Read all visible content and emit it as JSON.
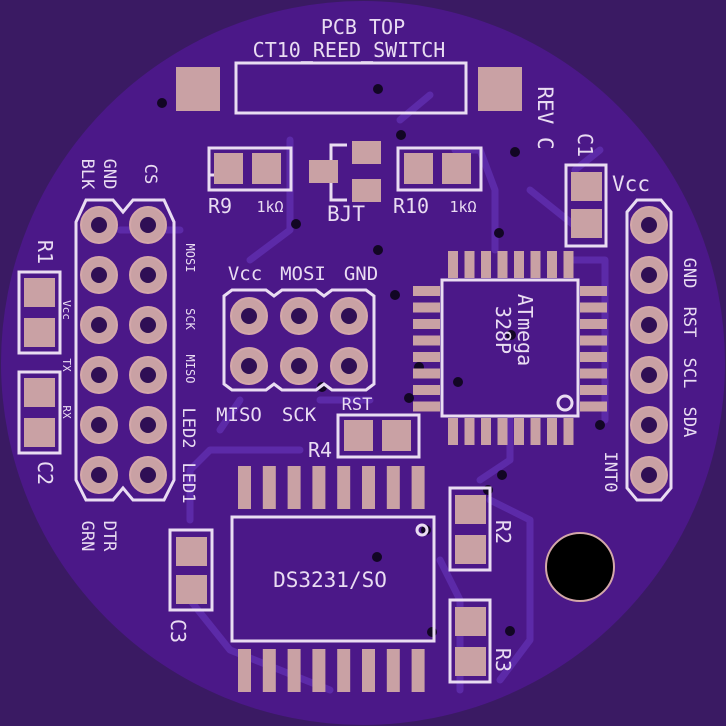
{
  "board": {
    "side_title": "PCB TOP",
    "revision": "REV C",
    "colors": {
      "board": "#4b1888",
      "substrate": "#3a1a63",
      "trace": "#5c2aa8",
      "silkscreen": "#e9dcf2",
      "pad": "#c9a1a4",
      "pad_ring": "#d4a8a9",
      "pad_hole": "#2f0f55",
      "via": "#120624",
      "mount_hole": "#000000"
    }
  },
  "components": {
    "reed_switch": "CT10_REED_SWITCH",
    "r9": "R9",
    "r9_value": "1kΩ",
    "bjt": "BJT",
    "r10": "R10",
    "r10_value": "1kΩ",
    "c1": "C1",
    "r1": "R1",
    "c2": "C2",
    "r4": "R4",
    "rst_pad": "RST",
    "mcu_line1": "ATmega",
    "mcu_line2": "328P",
    "rtc": "DS3231/SO",
    "r2": "R2",
    "r3": "R3",
    "c3": "C3"
  },
  "labels": {
    "left_header_top": [
      "GND",
      "BLK",
      "CS"
    ],
    "left_header_bottom": [
      "DTR",
      "GRN"
    ],
    "left_small": [
      "Vcc",
      "TX",
      "RX"
    ],
    "left_signals": [
      "MOSI",
      "SCK",
      "MISO",
      "LED2",
      "LED1"
    ],
    "isp_top": [
      "Vcc",
      "MOSI",
      "GND"
    ],
    "isp_bottom": [
      "MISO",
      "SCK"
    ],
    "right_header": [
      "Vcc",
      "GND",
      "RST",
      "SCL",
      "SDA",
      "INT0"
    ]
  }
}
